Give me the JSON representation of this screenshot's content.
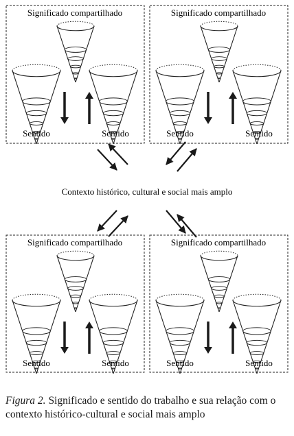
{
  "diagram": {
    "quadrants": [
      {
        "id": "top-left",
        "title": "Significado compartilhado",
        "left_label": "Sentido",
        "right_label": "Sentido"
      },
      {
        "id": "top-right",
        "title": "Significado compartilhado",
        "left_label": "Sentido",
        "right_label": "Sentido"
      },
      {
        "id": "bottom-left",
        "title": "Significado compartilhado",
        "left_label": "Sentido",
        "right_label": "Sentido"
      },
      {
        "id": "bottom-right",
        "title": "Significado compartilhado",
        "left_label": "Sentido",
        "right_label": "Sentido"
      }
    ],
    "center_label": "Contexto histórico, cultural e social mais amplo"
  },
  "caption": {
    "figure_label": "Figura 2.",
    "text": " Significado e sentido do trabalho e sua relação com o contexto histórico-cultural e social mais amplo"
  }
}
